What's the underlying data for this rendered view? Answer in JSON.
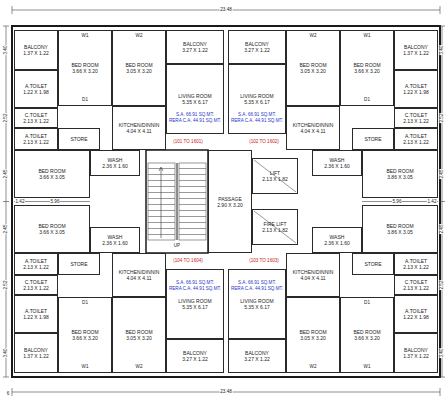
{
  "diagram": {
    "nodes": [
      {
        "text": [
          "BALCONY",
          "1.37 X 1.22"
        ]
      },
      {
        "text": [
          "BED ROOM",
          "3.66 X 3.20"
        ]
      },
      {
        "text": [
          "BED ROOM",
          "3.05 X 3.20"
        ]
      },
      {
        "text": [
          "BALCONY",
          "3.27 X 1.22"
        ]
      },
      {
        "text": [
          "A.TOILET",
          "1.22 X 1.98"
        ]
      },
      {
        "text": [
          "LIVING ROOM",
          "5.35 X 6.17"
        ]
      },
      {
        "text": [
          "KITCHEN/DINNIN",
          "4.04 X 4.11"
        ]
      },
      {
        "text": [
          "C.TOILET",
          "2.13 X 1.22"
        ]
      },
      {
        "text": [
          "A.TOILET",
          "2.13 X 1.22"
        ]
      },
      {
        "text": [
          "STORE"
        ]
      },
      {
        "text": [
          "BED ROOM",
          "3.66 X 3.05"
        ]
      },
      {
        "text": [
          "WASH",
          "2.36 X 1.60"
        ]
      },
      {
        "text": [
          "BALCONY",
          "1.37 X 1.22"
        ]
      },
      {
        "text": [
          "BED ROOM",
          "3.66 X 3.20"
        ]
      },
      {
        "text": [
          "BED ROOM",
          "3.05 X 3.20"
        ]
      },
      {
        "text": [
          "BALCONY",
          "3.27 X 1.22"
        ]
      },
      {
        "text": [
          "A.TOILET",
          "1.22 X 1.98"
        ]
      },
      {
        "text": [
          "LIVING ROOM",
          "5.35 X 6.17"
        ]
      },
      {
        "text": [
          "KITCHEN/DINNIN",
          "4.04 X 4.11"
        ]
      },
      {
        "text": [
          "C.TOILET",
          "2.13 X 1.22"
        ]
      },
      {
        "text": [
          "A.TOILET",
          "2.13 X 1.22"
        ]
      },
      {
        "text": [
          "STORE"
        ]
      },
      {
        "text": [
          "BED ROOM",
          "3.86 X 3.05"
        ]
      },
      {
        "text": [
          "WASH",
          "2.36 X 1.60"
        ]
      },
      {
        "text": [
          "LIFT",
          "2.13 X 1.82"
        ]
      },
      {
        "text": [
          "PASSAGE",
          "2.90 X 3.20"
        ]
      },
      {
        "text": [
          "FIRE LIFT",
          "2.13 X 1.82"
        ]
      },
      {
        "text": [
          "BALCONY",
          "1.37 X 1.22"
        ]
      },
      {
        "text": [
          "BED ROOM",
          "3.66 X 3.20"
        ]
      },
      {
        "text": [
          "BED ROOM",
          "3.05 X 3.20"
        ]
      },
      {
        "text": [
          "BALCONY",
          "3.27 X 1.22"
        ]
      },
      {
        "text": [
          "A.TOILET",
          "1.22 X 1.98"
        ]
      },
      {
        "text": [
          "LIVING ROOM",
          "5.35 X 6.17"
        ]
      },
      {
        "text": [
          "KITCHEN/DINNIN",
          "4.04 X 4.11"
        ]
      },
      {
        "text": [
          "C.TOILET",
          "2.13 X 1.22"
        ]
      },
      {
        "text": [
          "A.TOILET",
          "2.13 X 1.22"
        ]
      },
      {
        "text": [
          "STORE"
        ]
      },
      {
        "text": [
          "BED ROOM",
          "3.66 X 3.05"
        ]
      },
      {
        "text": [
          "WASH",
          "2.36 X 1.60"
        ]
      },
      {
        "text": [
          "BALCONY",
          "1.37 X 1.22"
        ]
      },
      {
        "text": [
          "BED ROOM",
          "3.66 X 3.20"
        ]
      },
      {
        "text": [
          "BED ROOM",
          "3.05 X 3.20"
        ]
      },
      {
        "text": [
          "BALCONY",
          "3.27 X 1.22"
        ]
      },
      {
        "text": [
          "A.TOILET",
          "1.22 X 1.98"
        ]
      },
      {
        "text": [
          "LIVING ROOM",
          "5.35 X 6.17"
        ]
      },
      {
        "text": [
          "KITCHEN/DINNIN",
          "4.04 X 4.11"
        ]
      },
      {
        "text": [
          "C.TOILET",
          "2.13 X 1.22"
        ]
      },
      {
        "text": [
          "A.TOILET",
          "2.13 X 1.22"
        ]
      },
      {
        "text": [
          "STORE"
        ]
      },
      {
        "text": [
          "BED ROOM",
          "3.86 X 3.05"
        ]
      },
      {
        "text": [
          "WASH",
          "2.36 X 1.60"
        ]
      }
    ],
    "labels": [
      "23.48",
      "23.48",
      "6",
      "S.A. 66.91 SQ.MT.",
      "RERA C.A. 44.91 SQ.MT.",
      "(101 TO 1601)",
      "S.A. 66.91 SQ.MT.",
      "RERA C.A. 44.91 SQ.MT.",
      "(102 TO 1602)",
      "(104 TO 1604)",
      "S.A. 66.91 SQ.MT.",
      "RERA C.A. 44.91 SQ.MT.",
      "(103 TO 1603)",
      "S.A. 66.91 SQ.MT.",
      "RERA C.A. 44.91 SQ.MT.",
      "UP",
      "1.42",
      "5.96",
      "1.42",
      "5.96",
      "3.40",
      "2.52",
      "2.45",
      "3.40",
      "2.52",
      "2.45",
      "3.40",
      "2.52",
      "2.45",
      "3.40",
      "2.52",
      "2.45",
      "W1",
      "W2",
      "D1",
      "W1",
      "W2",
      "D1",
      "W1",
      "W2",
      "D1",
      "W1",
      "W2",
      "D1"
    ]
  }
}
